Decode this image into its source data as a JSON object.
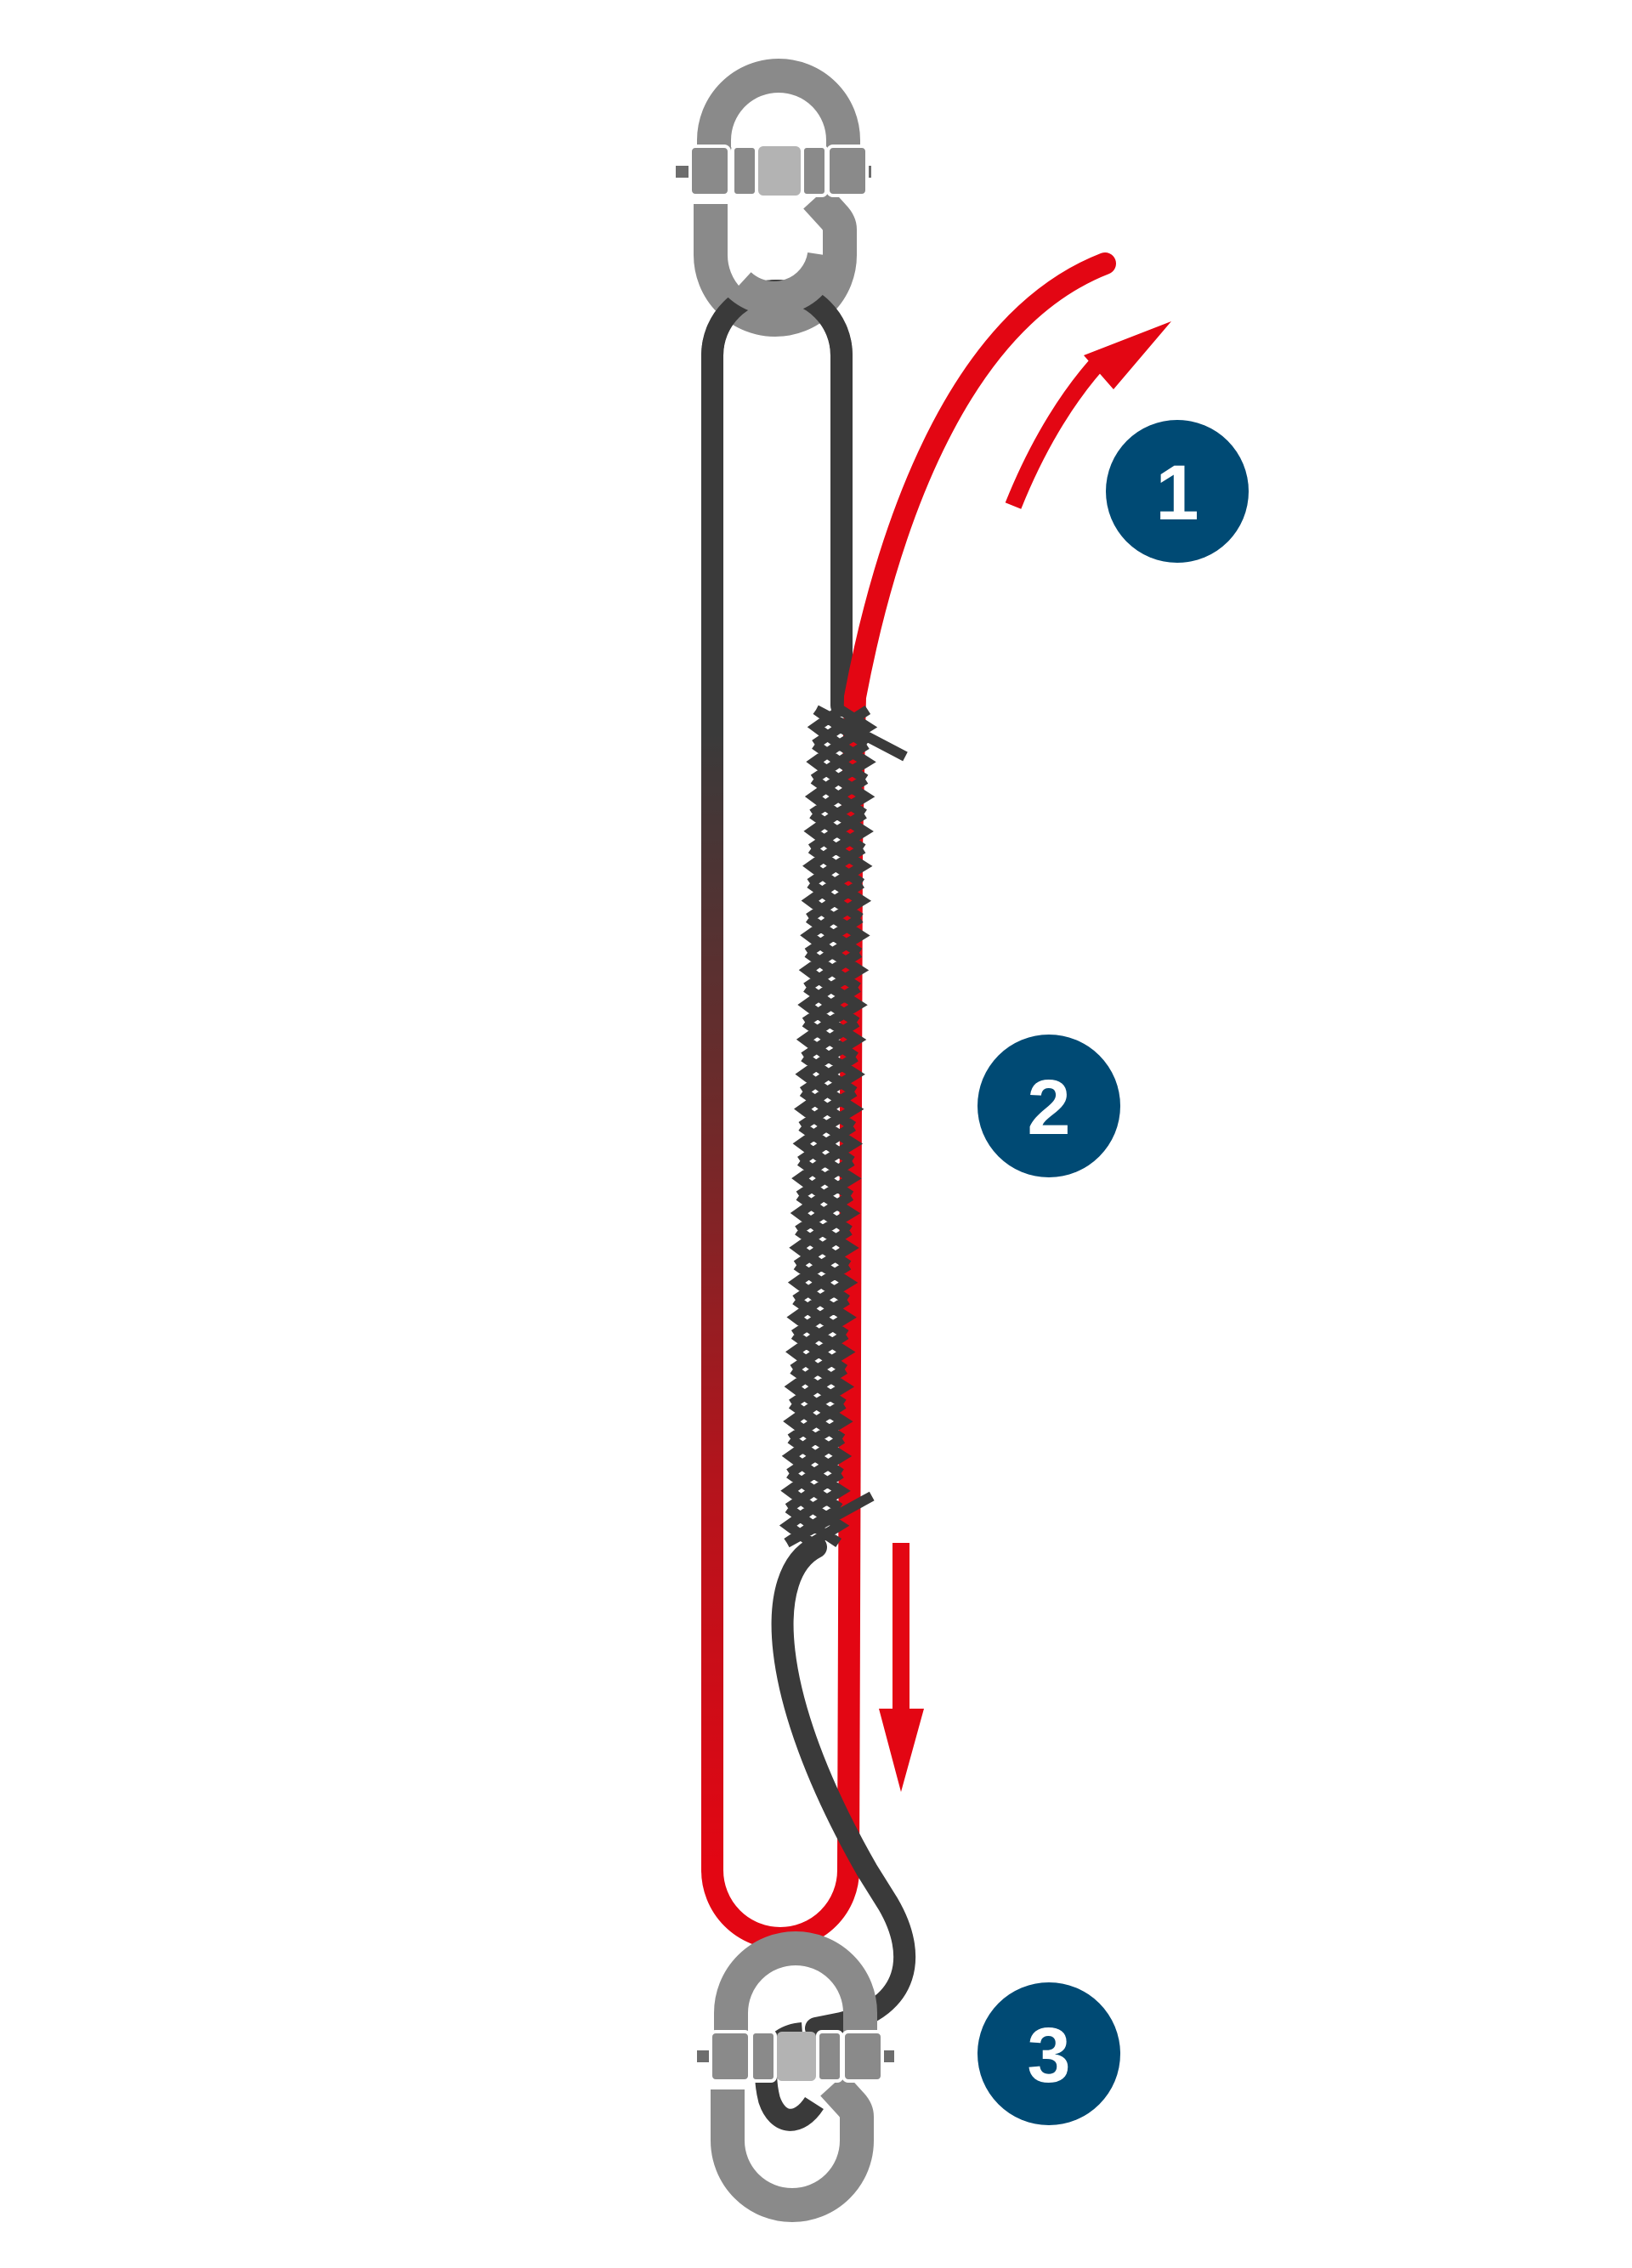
{
  "colors": {
    "rope_dark": "#3a3a3a",
    "rope_red": "#e30613",
    "shackle_gray": "#8a8a8a",
    "shackle_light": "#b3b3b3",
    "badge_blue": "#004a74",
    "badge_text": "#ffffff"
  },
  "icons": {
    "top_connector": "master-link-icon",
    "bottom_connector": "master-link-icon",
    "pull_up_arrow": "curved-arrow-icon",
    "pull_down_arrow": "down-arrow-icon",
    "mesh": "cable-sock-mesh-icon"
  },
  "steps": [
    {
      "label": "1"
    },
    {
      "label": "2"
    },
    {
      "label": "3"
    }
  ]
}
